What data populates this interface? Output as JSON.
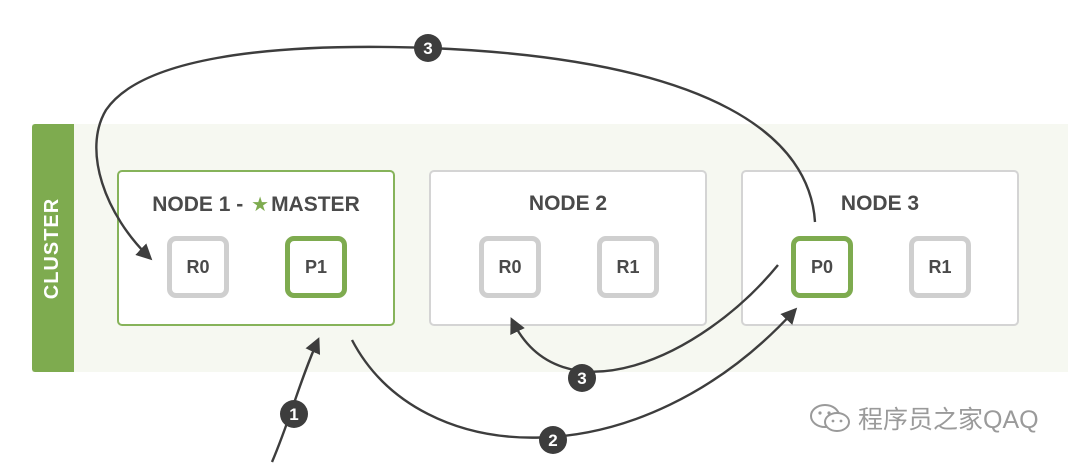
{
  "cluster": {
    "label": "CLUSTER"
  },
  "nodes": [
    {
      "id": "node1",
      "title_prefix": "NODE 1 -",
      "role": "MASTER",
      "shards": [
        {
          "label": "R0",
          "kind": "replica"
        },
        {
          "label": "P1",
          "kind": "primary"
        }
      ]
    },
    {
      "id": "node2",
      "title": "NODE 2",
      "shards": [
        {
          "label": "R0",
          "kind": "replica"
        },
        {
          "label": "R1",
          "kind": "replica"
        }
      ]
    },
    {
      "id": "node3",
      "title": "NODE 3",
      "shards": [
        {
          "label": "P0",
          "kind": "primary"
        },
        {
          "label": "R1",
          "kind": "replica"
        }
      ]
    }
  ],
  "steps": [
    {
      "label": "1"
    },
    {
      "label": "2"
    },
    {
      "label": "3"
    },
    {
      "label": "3"
    }
  ],
  "watermark": {
    "text": "程序员之家QAQ"
  },
  "colors": {
    "accent_green": "#7eab4f",
    "replica_gray": "#cfcfcf",
    "arrow": "#3d3d3d",
    "band": "#f6f8f1"
  }
}
